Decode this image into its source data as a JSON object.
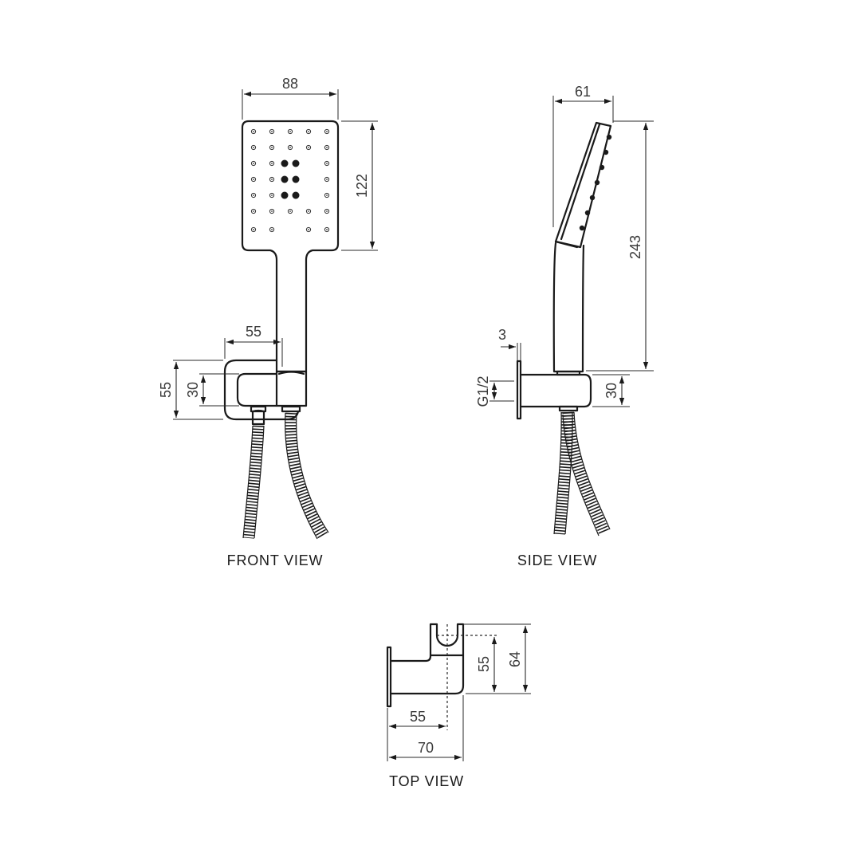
{
  "views": {
    "front": {
      "label": "FRONT VIEW",
      "dimensions": {
        "head_width": "88",
        "head_height": "122",
        "bracket_offset": "55",
        "bracket_height": "55",
        "bracket_inner": "30"
      },
      "nozzle_grid": {
        "rows": 7,
        "cols": 5,
        "large_center_nozzles": 6
      }
    },
    "side": {
      "label": "SIDE VIEW",
      "dimensions": {
        "head_depth": "61",
        "total_height": "243",
        "plate_thickness": "3",
        "thread": "G1/2",
        "bracket_height": "30"
      }
    },
    "top": {
      "label": "TOP VIEW",
      "dimensions": {
        "center_offset": "55",
        "projection": "70",
        "inner_depth": "55",
        "overall_depth": "64"
      }
    }
  },
  "colors": {
    "line": "#1a1a1a",
    "dimension_text": "#3a3a3a",
    "background": "#ffffff"
  }
}
